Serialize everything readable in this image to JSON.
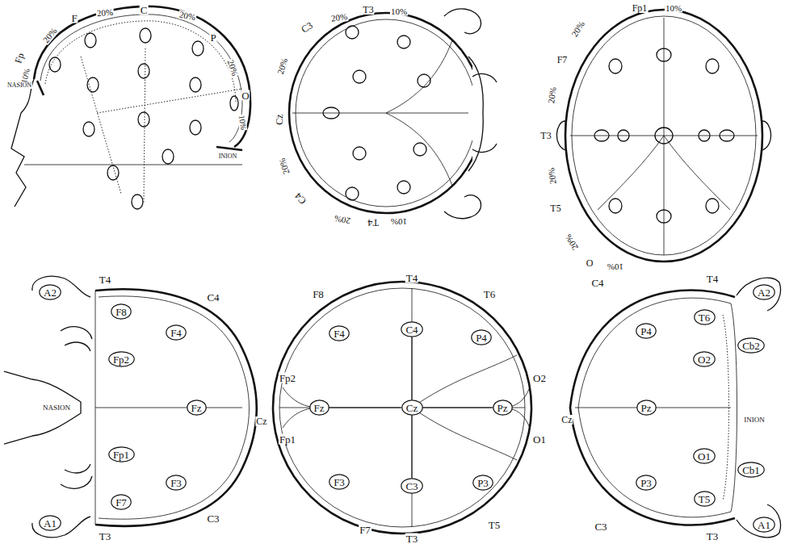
{
  "diagram": {
    "nodes": [
      {
        "text": [
          "A2"
        ]
      },
      {
        "text": [
          "F8"
        ]
      },
      {
        "text": [
          "F4"
        ]
      },
      {
        "text": [
          "Fp2"
        ]
      },
      {
        "text": [
          "Fz"
        ]
      },
      {
        "text": [
          "Fp1"
        ]
      },
      {
        "text": [
          "F3"
        ]
      },
      {
        "text": [
          "F7"
        ]
      },
      {
        "text": [
          "A1"
        ]
      },
      {
        "text": [
          "F4"
        ]
      },
      {
        "text": [
          "C4"
        ]
      },
      {
        "text": [
          "P4"
        ]
      },
      {
        "text": [
          "Fz"
        ]
      },
      {
        "text": [
          "Cz"
        ]
      },
      {
        "text": [
          "Pz"
        ]
      },
      {
        "text": [
          "F3"
        ]
      },
      {
        "text": [
          "C3"
        ]
      },
      {
        "text": [
          "P3"
        ]
      },
      {
        "text": [
          "A2"
        ]
      },
      {
        "text": [
          "T6"
        ]
      },
      {
        "text": [
          "P4"
        ]
      },
      {
        "text": [
          "Cb2"
        ]
      },
      {
        "text": [
          "O2"
        ]
      },
      {
        "text": [
          "Pz"
        ]
      },
      {
        "text": [
          "O1"
        ]
      },
      {
        "text": [
          "Cb1"
        ]
      },
      {
        "text": [
          "P3"
        ]
      },
      {
        "text": [
          "T5"
        ]
      },
      {
        "text": [
          "A1"
        ]
      }
    ],
    "edges": [
      {
        "from": 12,
        "to": 13,
        "arrow": "none"
      },
      {
        "from": 13,
        "to": 14,
        "arrow": "none"
      },
      {
        "from": 10,
        "to": 13,
        "arrow": "none"
      },
      {
        "from": 13,
        "to": 16,
        "arrow": "none"
      }
    ],
    "labels": [
      "F",
      "20%",
      "C",
      "20%",
      "P",
      "20%",
      "Fp",
      "10%",
      "NASION",
      "20%",
      "O",
      "10%",
      "INION",
      "C3",
      "20%",
      "T3",
      "10%",
      "20%",
      "Cz",
      "20%",
      "C4",
      "20%",
      "T4",
      "10%",
      "Fp1",
      "10%",
      "20%",
      "F7",
      "20%",
      "T3",
      "20%",
      "T5",
      "20%",
      "O",
      "10%",
      "T4",
      "C4",
      "NASION",
      "Cz",
      "C3",
      "T3",
      "F8",
      "T4",
      "T6",
      "Fp2",
      "O2",
      "Fp1",
      "O1",
      "F7",
      "T3",
      "T5",
      "C4",
      "T4",
      "Cz",
      "INION",
      "C3",
      "T3"
    ]
  }
}
